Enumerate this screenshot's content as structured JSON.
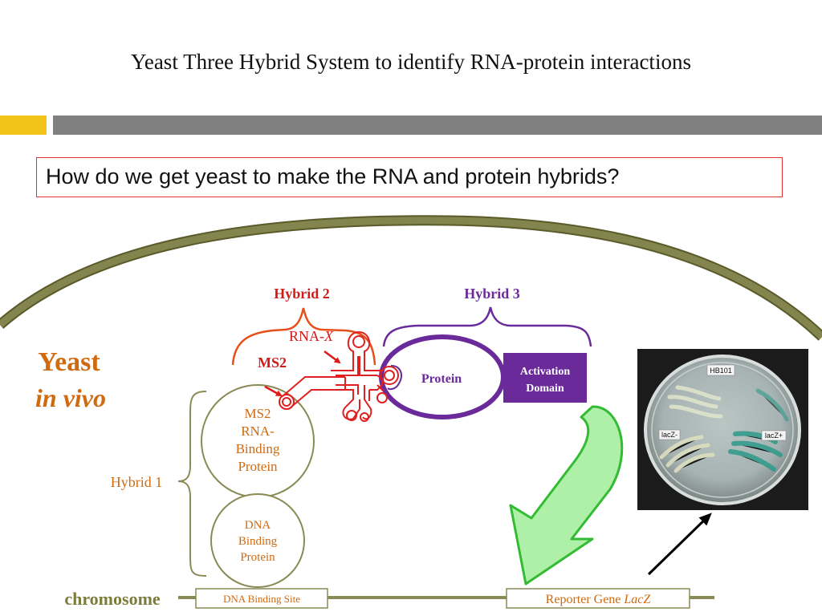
{
  "slide": {
    "title": "Yeast Three Hybrid System to identify RNA-protein interactions",
    "question": "How do we get yeast to make the RNA and protein hybrids?"
  },
  "diagram": {
    "yeast_label": "Yeast",
    "in_vivo_label": "in vivo",
    "hybrid1_label": "Hybrid 1",
    "hybrid2_label": "Hybrid 2",
    "hybrid3_label": "Hybrid 3",
    "rna_label_prefix": "RNA-",
    "rna_label_italic": "X",
    "ms2_label": "MS2",
    "ms2_binding_protein": [
      "MS2",
      "RNA-",
      "Binding",
      "Protein"
    ],
    "dna_binding_protein": [
      "DNA",
      "Binding",
      "Protein"
    ],
    "protein_label": "Protein",
    "activation_domain": [
      "Activation",
      "Domain"
    ],
    "chromosome_label": "chromosome",
    "dna_binding_site": "DNA Binding Site",
    "reporter_gene_prefix": "Reporter Gene ",
    "reporter_gene_italic": "LacZ"
  },
  "plate_photo": {
    "labels": [
      "HB101",
      "lacZ-",
      "lacZ+"
    ]
  },
  "colors": {
    "accent_yellow": "#f2c318",
    "band_gray": "#808080",
    "box_red": "#e03030",
    "cell_olive": "#808050",
    "orange_text": "#d06a10",
    "hybrid2_red": "#d11a1a",
    "hybrid3_purple": "#6a2a9a",
    "activation_purple": "#6a2a9a",
    "arrow_green": "#33bb33",
    "arrow_green_fill": "#aef0a8",
    "circle_outline": "#8a8a55"
  }
}
